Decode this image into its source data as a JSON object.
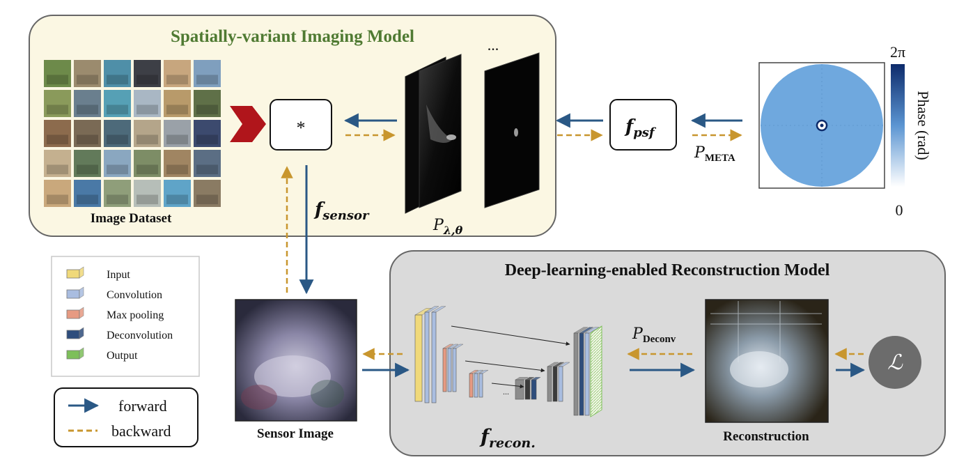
{
  "diagram": {
    "top_panel_title": "Spatially-variant Imaging Model",
    "bottom_panel_title": "Deep-learning-enabled Reconstruction Model",
    "image_dataset_label": "Image Dataset",
    "convolution_symbol": "*",
    "psf_block_label": "psf",
    "psf_stack_label": "λ,θ",
    "psf_stack_letter": "P",
    "psf_stack_ellipsis": "...",
    "sensor_fn_label": "sensor",
    "recon_fn_label": "recon.",
    "function_letter": "f",
    "meta_param_label": "META",
    "deconv_param_label": "Deconv",
    "param_letter": "P",
    "sensor_image_label": "Sensor Image",
    "reconstruction_label": "Reconstruction",
    "loss_symbol": "ℒ",
    "phase_colorbar": {
      "title": "Phase (rad)",
      "max_label": "2π",
      "min_label": "0"
    },
    "layer_legend": [
      {
        "label": "Input",
        "color": "#f0d97a"
      },
      {
        "label": "Convolution",
        "color": "#a9bde0"
      },
      {
        "label": "Max pooling",
        "color": "#e69a82"
      },
      {
        "label": "Deconvolution",
        "color": "#2e4d7c"
      },
      {
        "label": "Output",
        "color": "#7dbf5a"
      }
    ],
    "arrow_legend": {
      "forward": "forward",
      "backward": "backward"
    },
    "colors": {
      "forward_arrow": "#2a5885",
      "backward_arrow": "#c8962e",
      "title_green": "#4f7a32",
      "top_panel_bg": "#fbf7e3",
      "bottom_panel_bg": "#dadada",
      "red_arrow": "#b0151b"
    }
  }
}
